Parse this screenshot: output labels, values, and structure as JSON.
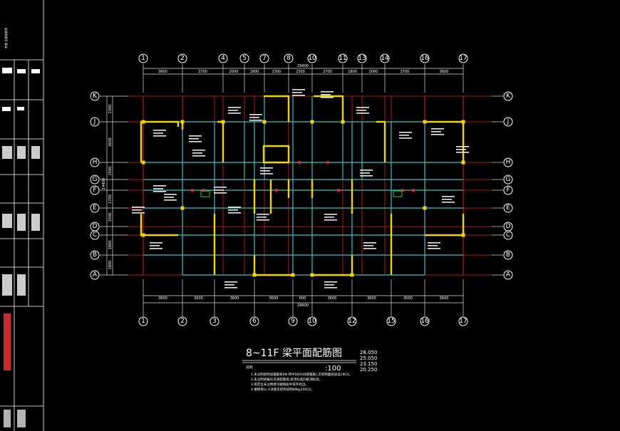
{
  "drawing": {
    "title": "8~11F 梁平面配筋图",
    "scale": ":100",
    "elevations": [
      "28.050",
      "25.050",
      "23.150",
      "20.250"
    ],
    "notes_label": "说明:",
    "notes": [
      "1.未注明梁附加箍筋各6Φ 跨中DBX(同梁箍筋),次梁侧面各加设2Φ14。",
      "2.未注明梁编号见梁配筋图,梁顶标高同板顶标高。",
      "3.梁定位未注明者均轴线居中或齐柱边。",
      "4.楼梯梁LL-X详图见结构说明8Φ@200(2)。"
    ]
  },
  "axes": {
    "top_labels": [
      "1",
      "2",
      "4",
      "5",
      "7",
      "8",
      "10",
      "11",
      "13",
      "14",
      "16",
      "17"
    ],
    "bottom_labels": [
      "1",
      "2",
      "3",
      "6",
      "9",
      "10",
      "12",
      "15",
      "16",
      "17"
    ],
    "row_labels": [
      "K",
      "J",
      "H",
      "G",
      "F",
      "E",
      "D",
      "C",
      "B",
      "A"
    ],
    "top_total": "29400",
    "top_dims": [
      "3600",
      "3700",
      "2000",
      "1800",
      "2300",
      "2300",
      "2700",
      "1800",
      "2000",
      "3700",
      "3600"
    ],
    "bottom_total": "29400",
    "bottom_dims": [
      "3600",
      "3000",
      "3600",
      "3600",
      "600",
      "3600",
      "3600",
      "3000",
      "3600"
    ],
    "left_dims": [
      "2300",
      "3600",
      "1500",
      "",
      "1700",
      "1500",
      "",
      "1800",
      "1800"
    ],
    "left_sub_total": "14400"
  },
  "sidebar": {
    "vertical_label": "审查 注册结构师"
  }
}
